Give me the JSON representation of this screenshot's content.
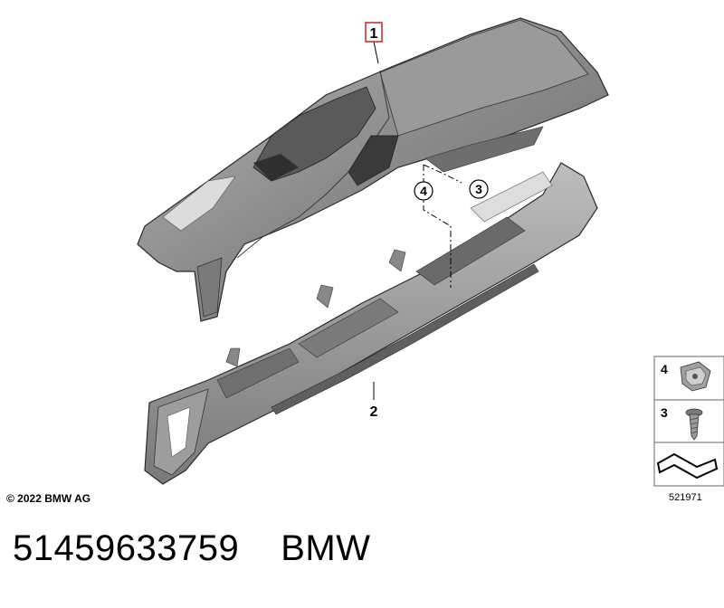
{
  "callouts": {
    "part1": "1",
    "part2": "2",
    "part3": "3",
    "part4": "4"
  },
  "copyright": "© 2022 BMW AG",
  "legend": {
    "item4_label": "4",
    "item3_label": "3",
    "diagram_code": "521971"
  },
  "caption": {
    "part_number": "51459633759",
    "brand": "BMW"
  },
  "colors": {
    "highlight_box": "#cc2222",
    "part_fill": "#8f8f8f",
    "part_dark": "#4a4a4a",
    "outline": "#2a2a2a"
  }
}
